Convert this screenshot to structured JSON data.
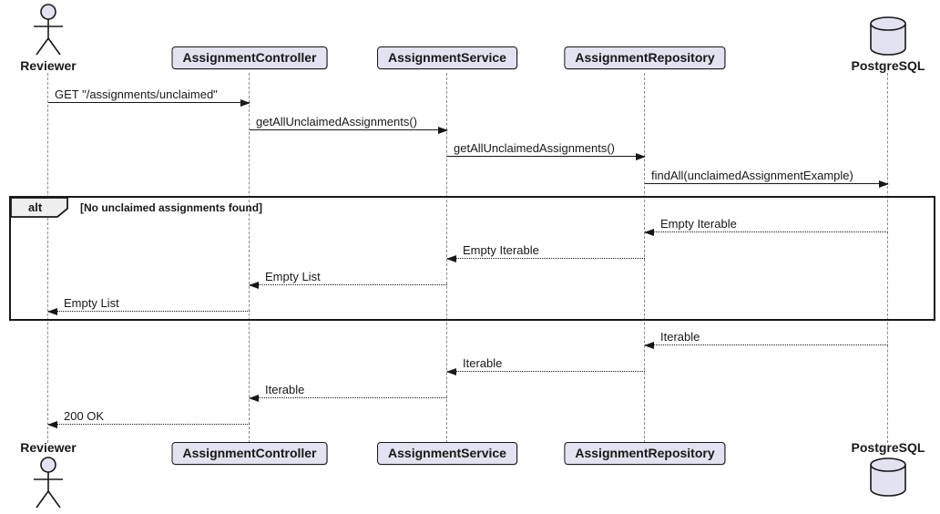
{
  "diagram_type": "uml-sequence",
  "participants": [
    {
      "name": "Reviewer",
      "type": "actor"
    },
    {
      "name": "AssignmentController",
      "type": "participant"
    },
    {
      "name": "AssignmentService",
      "type": "participant"
    },
    {
      "name": "AssignmentRepository",
      "type": "participant"
    },
    {
      "name": "PostgreSQL",
      "type": "database"
    }
  ],
  "messages": [
    {
      "label": "GET \"/assignments/unclaimed\"",
      "from": "Reviewer",
      "to": "AssignmentController",
      "line": "solid"
    },
    {
      "label": "getAllUnclaimedAssignments()",
      "from": "AssignmentController",
      "to": "AssignmentService",
      "line": "solid"
    },
    {
      "label": "getAllUnclaimedAssignments()",
      "from": "AssignmentService",
      "to": "AssignmentRepository",
      "line": "solid"
    },
    {
      "label": "findAll(unclaimedAssignmentExample)",
      "from": "AssignmentRepository",
      "to": "PostgreSQL",
      "line": "solid"
    },
    {
      "label": "Empty Iterable",
      "from": "PostgreSQL",
      "to": "AssignmentRepository",
      "line": "dashed"
    },
    {
      "label": "Empty Iterable",
      "from": "AssignmentRepository",
      "to": "AssignmentService",
      "line": "dashed"
    },
    {
      "label": "Empty List",
      "from": "AssignmentService",
      "to": "AssignmentController",
      "line": "dashed"
    },
    {
      "label": "Empty List",
      "from": "AssignmentController",
      "to": "Reviewer",
      "line": "dashed"
    },
    {
      "label": "Iterable",
      "from": "PostgreSQL",
      "to": "AssignmentRepository",
      "line": "dashed"
    },
    {
      "label": "Iterable",
      "from": "AssignmentRepository",
      "to": "AssignmentService",
      "line": "dashed"
    },
    {
      "label": "Iterable",
      "from": "AssignmentService",
      "to": "AssignmentController",
      "line": "dashed"
    },
    {
      "label": "200 OK",
      "from": "AssignmentController",
      "to": "Reviewer",
      "line": "dashed"
    }
  ],
  "fragment": {
    "operator": "alt",
    "guard": "[No unclaimed assignments found]"
  },
  "colors": {
    "background": "#FFFFFF",
    "shape_fill": "#E2E2F0",
    "border": "#181818",
    "fragment_tab_fill": "#EEEEEE",
    "lifeline": "#8A8A8A"
  }
}
